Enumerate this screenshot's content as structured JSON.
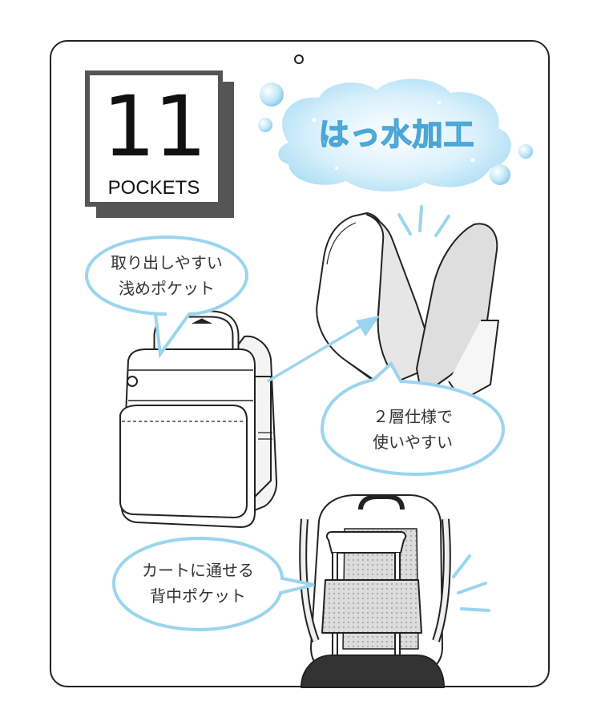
{
  "badge": {
    "number": "11",
    "label": "POCKETS"
  },
  "title": "はっ水加工",
  "callouts": [
    {
      "line1": "取り出しやすい",
      "line2": "浅めポケット"
    },
    {
      "line1": "２層仕様で",
      "line2": "使いやすい"
    },
    {
      "line1": "カートに通せる",
      "line2": "背中ポケット"
    }
  ],
  "colors": {
    "outline": "#222222",
    "callout_blue": "#9bd4ef",
    "title_fill": "#7fd3f2",
    "title_stroke": "#4aa5d6"
  }
}
